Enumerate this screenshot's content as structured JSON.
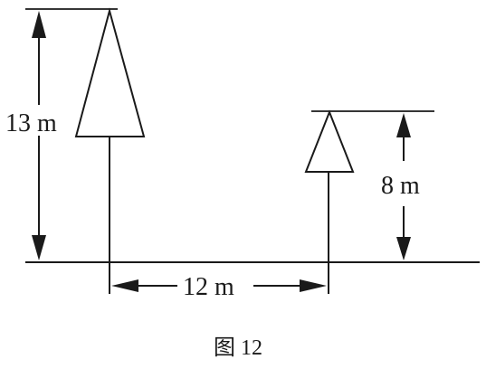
{
  "figure": {
    "tall_tree_height_label": "13 m",
    "short_tree_height_label": "8 m",
    "distance_label": "12 m",
    "caption": "图 12"
  }
}
